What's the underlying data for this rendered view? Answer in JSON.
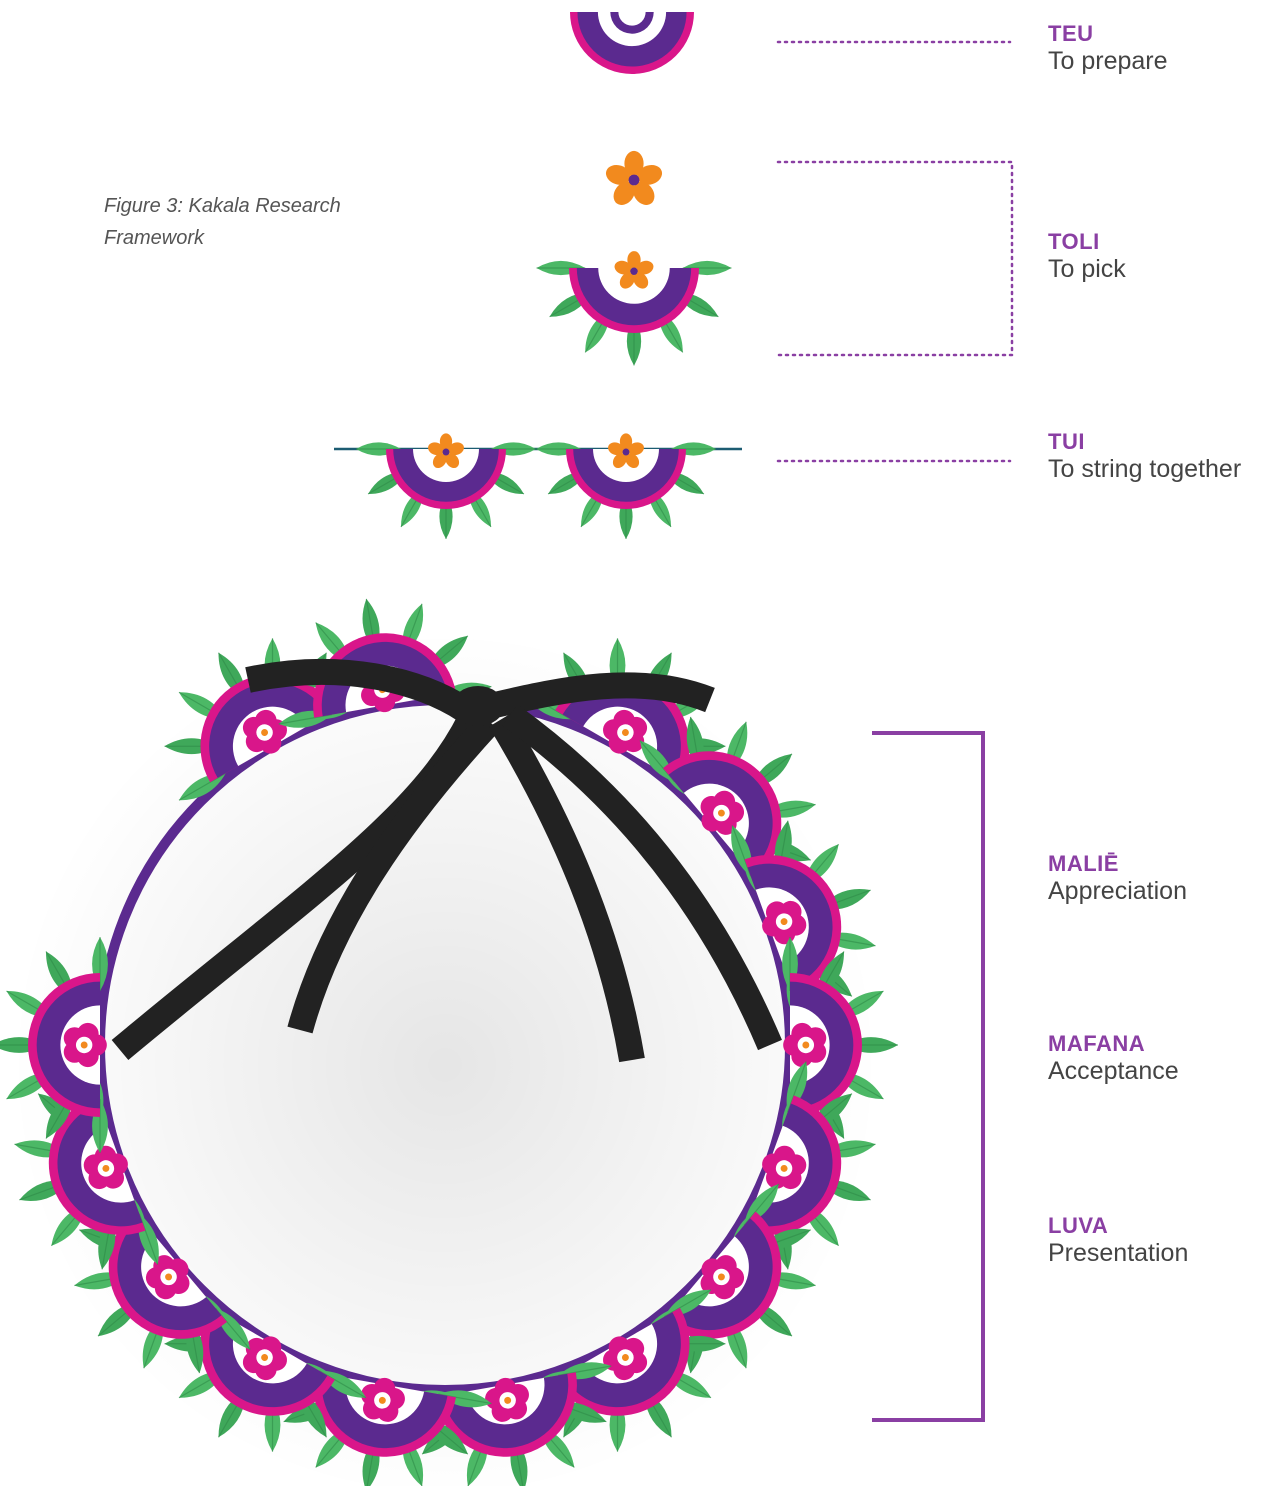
{
  "caption": "Figure 3: Kakala Research Framework",
  "stages": [
    {
      "title": "TEU",
      "subtitle": "To prepare"
    },
    {
      "title": "TOLI",
      "subtitle": "To pick"
    },
    {
      "title": "TUI",
      "subtitle": "To string together"
    },
    {
      "title": "MALIĒ",
      "subtitle": "Appreciation"
    },
    {
      "title": "MAFANA",
      "subtitle": "Acceptance"
    },
    {
      "title": "LUVA",
      "subtitle": "Presentation"
    }
  ],
  "colors": {
    "purple": "#5b2a8f",
    "magenta": "#d9168a",
    "leaf": "#3fa85a",
    "leaf_dark": "#2f8a48",
    "orange": "#f28a1e",
    "ribbon": "#222222",
    "bracket": "#8a3fa3",
    "string": "#1c5c72"
  }
}
